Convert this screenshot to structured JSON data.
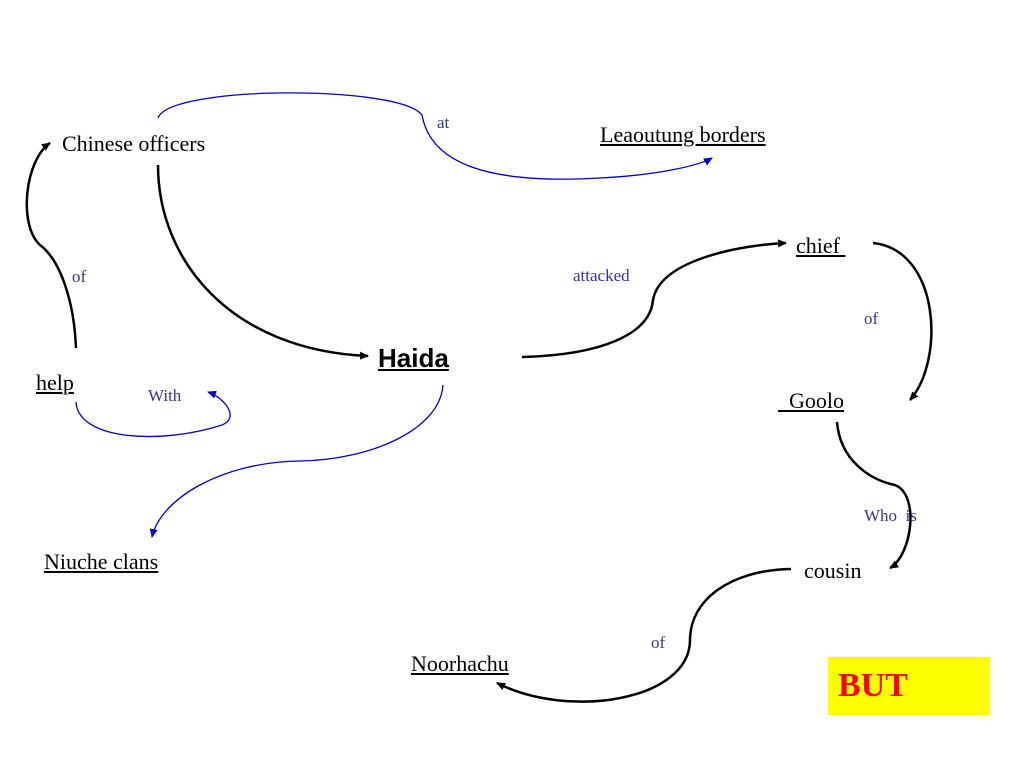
{
  "nodes": {
    "chinese_officers": "Chinese officers",
    "leaoutung_borders": "Leaoutung borders",
    "chief": "chief ",
    "haida": "Haida",
    "help": "help",
    "goolo": "  Goolo",
    "niuche_clans": "Niuche clans",
    "cousin": "cousin",
    "noorhachu": "Noorhachu"
  },
  "edge_labels": {
    "at": "at",
    "attacked": "attacked",
    "of_help": "of",
    "of_chief": "of",
    "with": "With",
    "who_is": "Who  is",
    "of_cousin": "of"
  },
  "callout": {
    "text": "BUT"
  },
  "colors": {
    "black_edge": "#000000",
    "blue_edge": "#0000cc",
    "label": "#333399",
    "callout_bg": "#ffff00",
    "callout_text": "#ff0000"
  }
}
